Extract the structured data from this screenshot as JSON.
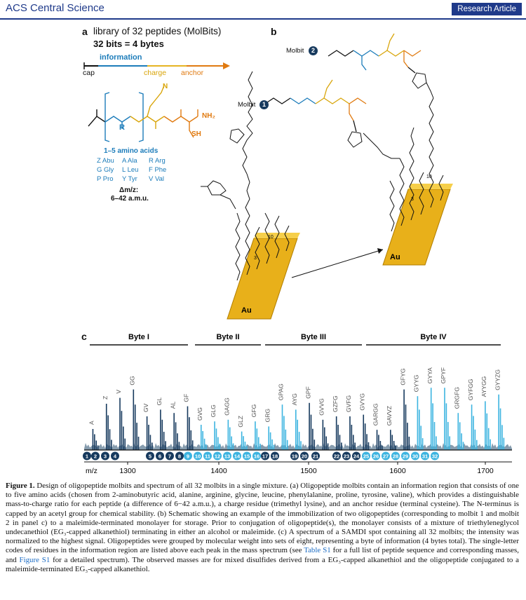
{
  "header": {
    "journal": "ACS Central Science",
    "article_type": "Research Article"
  },
  "panel_a": {
    "label": "a",
    "title": "library of 32 peptides (MolBits)",
    "subtitle": "32 bits = 4 bytes",
    "info_label": "information",
    "cap_label": "cap",
    "charge_label": "charge",
    "anchor_label": "anchor",
    "aa_range": "1–5 amino acids",
    "amino_acids": [
      [
        "Z Abu",
        "A Ala",
        "R Arg"
      ],
      [
        "G Gly",
        "L Leu",
        "F Phe"
      ],
      [
        "P Pro",
        "Y Tyr",
        "V Val"
      ]
    ],
    "delta_label": "Δm/z:",
    "delta_value": "6–42 a.m.u.",
    "struct": {
      "R": "R",
      "SH": "SH",
      "NH2": "NH₂",
      "N": "N",
      "H": "H",
      "S": "S"
    }
  },
  "panel_b": {
    "label": "b",
    "molbit1": "Molbit",
    "molbit1_num": "1",
    "molbit2": "Molbit",
    "molbit2_num": "2",
    "au": "Au",
    "chain_n": [
      "3",
      "10"
    ]
  },
  "panel_c": {
    "label": "c",
    "bytes": [
      "Byte I",
      "Byte II",
      "Byte III",
      "Byte IV"
    ],
    "mz_label": "m/z",
    "ticks": [
      "1300",
      "1400",
      "1500",
      "1600",
      "1700"
    ],
    "peak_labels": [
      "A",
      "Z",
      "V",
      "GG",
      "GV",
      "GL",
      "AL",
      "GF",
      "GVG",
      "GLG",
      "GAGG",
      "GLZ",
      "GFG",
      "GRG",
      "GPAG",
      "AYG",
      "GPF",
      "GVVG",
      "GZFG",
      "GVFG",
      "GVYG",
      "GARGG",
      "GAVVZ",
      "GFYG",
      "GYYG",
      "GYYA",
      "GPYF",
      "GRGFG",
      "GYFGG",
      "AYYGG",
      "GYYZG"
    ],
    "peak_heights": [
      0.25,
      0.55,
      0.62,
      0.72,
      0.4,
      0.48,
      0.44,
      0.52,
      0.3,
      0.34,
      0.36,
      0.22,
      0.34,
      0.28,
      0.54,
      0.48,
      0.56,
      0.36,
      0.4,
      0.4,
      0.42,
      0.24,
      0.24,
      0.72,
      0.64,
      0.74,
      0.74,
      0.44,
      0.54,
      0.58,
      0.66
    ],
    "peak_groups": [
      "dark",
      "dark",
      "dark",
      "dark",
      "dark",
      "dark",
      "dark",
      "dark",
      "light",
      "light",
      "light",
      "light",
      "light",
      "light",
      "light",
      "light",
      "dark",
      "dark",
      "dark",
      "dark",
      "dark",
      "dark",
      "dark",
      "dark",
      "light",
      "light",
      "light",
      "light",
      "light",
      "light",
      "light"
    ],
    "index_labels": [
      "1",
      "2",
      "3",
      "4",
      "5",
      "6",
      "7",
      "8",
      "9",
      "10",
      "11",
      "12",
      "13",
      "14",
      "15",
      "16",
      "17",
      "18",
      "19",
      "20",
      "21",
      "22",
      "23",
      "24",
      "25",
      "26",
      "27",
      "28",
      "29",
      "30",
      "31",
      "32"
    ],
    "colors": {
      "dark": "#173a5e",
      "light": "#3cb4e0"
    }
  },
  "caption": {
    "fig": "Figure 1.",
    "p1": " Design of oligopeptide molbits and spectrum of all 32 molbits in a single mixture. (a) Oligopeptide molbits contain an information region that consists of one to five amino acids (chosen from 2-aminobutyric acid, alanine, arginine, glycine, leucine, phenylalanine, proline, tyrosine, valine), which provides a distinguishable mass-to-charge ratio for each peptide (a difference of 6−42 a.m.u.), a charge residue (trimethyl lysine), and an anchor residue (terminal cysteine). The N-terminus is capped by an acetyl group for chemical stability. (b) Schematic showing an example of the immobilization of two oligopeptides (corresponding to molbit 1 and molbit 2 in panel c) to a maleimide-terminated monolayer for storage. Prior to conjugation of oligopeptide(s), the monolayer consists of a mixture of triethyleneglycol undecanethiol (EG₃-capped alkanethiol) terminating in either an alcohol or maleimide. (c) A spectrum of a SAMDI spot containing all 32 molbits; the intensity was normalized to the highest signal. Oligopeptides were grouped by molecular weight into sets of eight, representing a byte of information (4 bytes total). The single-letter codes of residues in the information region are listed above each peak in the mass spectrum (see ",
    "link1": "Table S1",
    "p2": " for a full list of peptide sequence and corresponding masses, and ",
    "link2": "Figure S1",
    "p3": " for a detailed spectrum). The observed masses are for mixed disulfides derived from a EG₃-capped alkanethiol and the oligopeptide conjugated to a maleimide-terminated EG₃-capped alkanethiol."
  }
}
